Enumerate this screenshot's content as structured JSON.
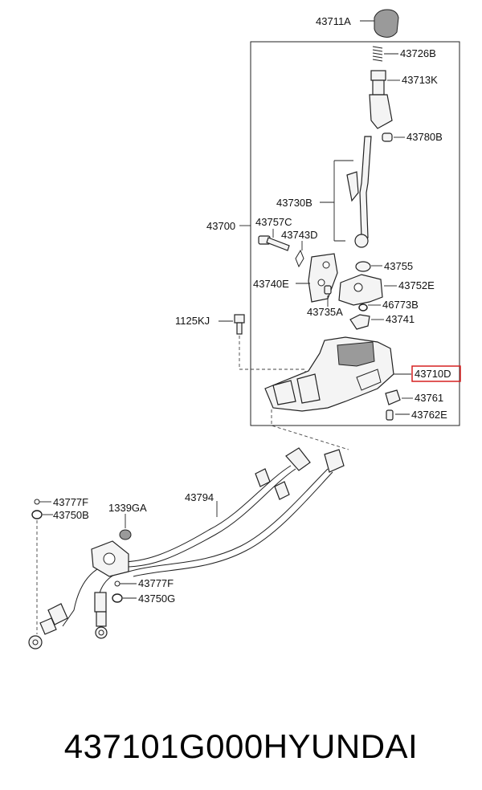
{
  "labels": {
    "knob": "43711A",
    "spring": "43726B",
    "boot": "43713K",
    "bush_top": "43780B",
    "lever": "43730B",
    "assembly": "43700",
    "bolt_pin": "43757C",
    "spring_clip": "43743D",
    "ball_cup": "43755",
    "bracket_plate": "43740E",
    "bracket_cover": "43752E",
    "pin_small": "43735A",
    "oring": "46773B",
    "socket": "43741",
    "bolt": "1125KJ",
    "housing": "43710D",
    "nut": "43761",
    "sleeve": "43762E",
    "clip_left": "43777F",
    "washer_left": "43750B",
    "grommet": "1339GA",
    "cable": "43794",
    "clip_right": "43777F",
    "washer_right": "43750G"
  },
  "highlight_color": "#d62020",
  "footer": {
    "part_number": "437101G000",
    "brand": "HYUNDAI"
  }
}
